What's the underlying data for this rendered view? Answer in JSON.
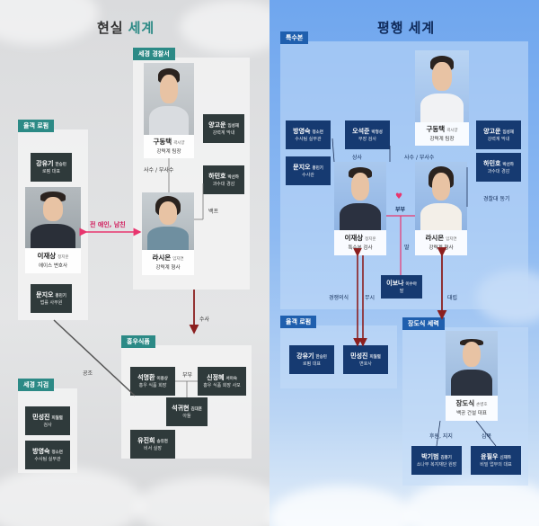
{
  "left": {
    "title_main": "현실",
    "title_accent": "세계",
    "groups": {
      "police": "세경 경찰서",
      "lawfirm": "율객 로펌",
      "food": "홍우식품",
      "branch": "세경 지검"
    },
    "people": {
      "gu": {
        "name": "구동택",
        "actor": "곽시양",
        "role": "강력계 팀장"
      },
      "yang": {
        "name": "양고운",
        "actor": "임성재",
        "role": "강력계 막내"
      },
      "ha": {
        "name": "하민호",
        "actor": "박선하",
        "role": "과수대 경감"
      },
      "ra": {
        "name": "라시온",
        "actor": "임지연",
        "role": "강력계 형사"
      },
      "kang": {
        "name": "강유기",
        "actor": "한승민",
        "role": "로펌 대표"
      },
      "lee": {
        "name": "이재상",
        "actor": "정지훈",
        "role": "에이스 변호사"
      },
      "moon": {
        "name": "문지오",
        "actor": "홍민기",
        "role": "법률 사무원"
      },
      "seok": {
        "name": "석명환",
        "actor": "이용상",
        "role": "홍우 식품 회장"
      },
      "shin": {
        "name": "신정혜",
        "actor": "서이숙",
        "role": "홍우 식품 회장 사모"
      },
      "seok2": {
        "name": "석귀현",
        "actor": "김대훈",
        "role": "아들"
      },
      "yu": {
        "name": "유진희",
        "actor": "송유현",
        "role": "비서 실장"
      },
      "min": {
        "name": "민성진",
        "actor": "피월렬",
        "role": "검사"
      },
      "bang": {
        "name": "방영숙",
        "actor": "정소연",
        "role": "수사팀 실무관"
      }
    },
    "labels": {
      "couple": "전 애인, 남친",
      "sasu": "사수 / 부사수",
      "back": "백프",
      "investigate": "수사",
      "spouse": "부부",
      "collab": "공조"
    }
  },
  "right": {
    "title_main": "평행",
    "title_accent": "세계",
    "groups": {
      "special": "특수본",
      "lawfirm": "율객 로펌",
      "jang": "장도식 세력"
    },
    "people": {
      "bang": {
        "name": "방영숙",
        "actor": "정소연",
        "role": "수사팀 실무관"
      },
      "oh": {
        "name": "오석준",
        "actor": "박형성",
        "role": "부장 검사"
      },
      "moon": {
        "name": "문지오",
        "actor": "홍민기",
        "role": "수사관"
      },
      "gu": {
        "name": "구동택",
        "actor": "곽시양",
        "role": "강력계 팀장"
      },
      "yang": {
        "name": "양고운",
        "actor": "임성재",
        "role": "강력계 막내"
      },
      "ha": {
        "name": "하민호",
        "actor": "박선하",
        "role": "과수대 경감"
      },
      "lee": {
        "name": "이재상",
        "actor": "정지훈",
        "role": "특수본 검사"
      },
      "ra": {
        "name": "라시온",
        "actor": "임지연",
        "role": "강력계 형사"
      },
      "inna": {
        "name": "이보나",
        "actor": "이수아",
        "role": "딸"
      },
      "kang": {
        "name": "강유기",
        "actor": "한승민",
        "role": "로펌 대표"
      },
      "min": {
        "name": "민성진",
        "actor": "피월렬",
        "role": "변호사"
      },
      "jang": {
        "name": "장도식",
        "actor": "손병호",
        "role": "백공 건설 대표"
      },
      "park": {
        "name": "박기범",
        "actor": "김홍기",
        "role": "소나무 복지재단 원장"
      },
      "yoon": {
        "name": "윤필우",
        "actor": "신재하",
        "role": "비밀 업무의 대표"
      }
    },
    "labels": {
      "boss": "상사",
      "sasu": "사수 / 부사수",
      "police_mate": "경찰대 동기",
      "spouse": "부부",
      "rival": "경쟁의식",
      "disdain": "무시",
      "confront": "대립",
      "daughter_of": "딸",
      "sponsor": "후원, 지지",
      "trust": "심복"
    }
  },
  "colors": {
    "teal": "#2c8a86",
    "navy": "#1f5fae",
    "pink": "#e8356e",
    "dark_red": "#8b1f1f"
  }
}
